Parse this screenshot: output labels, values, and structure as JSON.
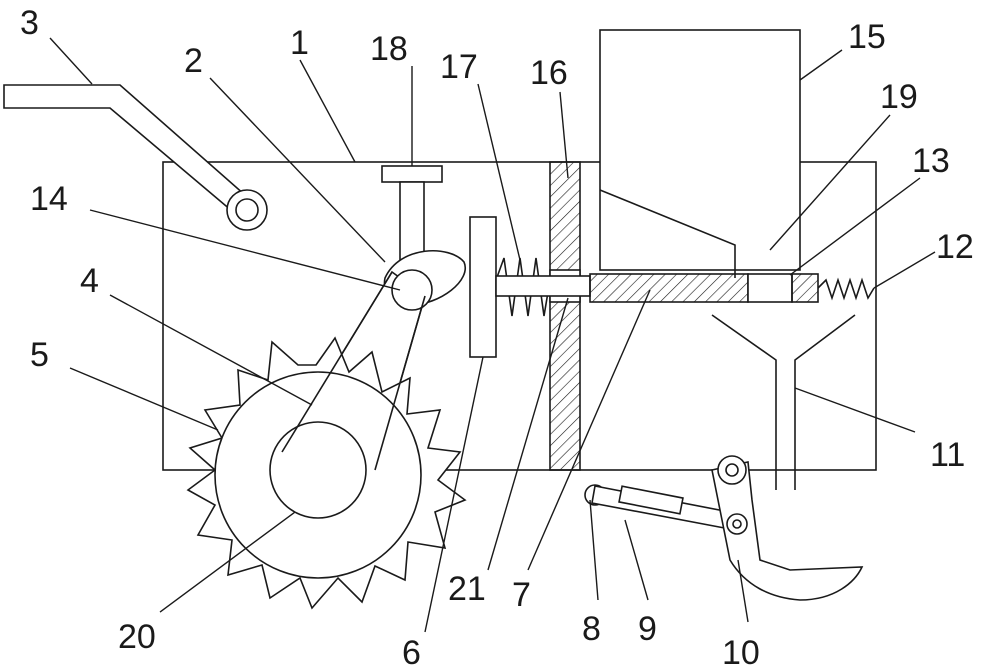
{
  "labels": {
    "l1": "1",
    "l2": "2",
    "l3": "3",
    "l4": "4",
    "l5": "5",
    "l6": "6",
    "l7": "7",
    "l8": "8",
    "l9": "9",
    "l10": "10",
    "l11": "11",
    "l12": "12",
    "l13": "13",
    "l14": "14",
    "l15": "15",
    "l16": "16",
    "l17": "17",
    "l18": "18",
    "l19": "19",
    "l20": "20",
    "l21": "21"
  }
}
